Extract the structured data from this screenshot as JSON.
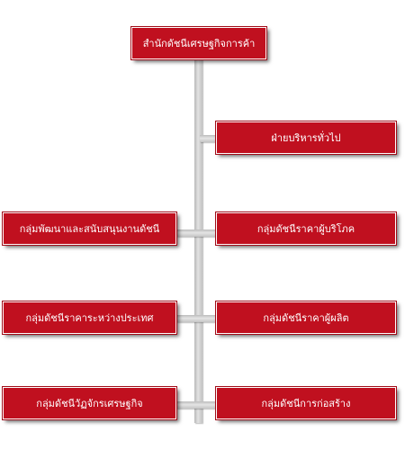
{
  "colors": {
    "box_fill": "#c0101f",
    "box_text": "#ffffff",
    "connector": "#d0d0d0"
  },
  "top": {
    "label": "สำนักดัชนีเศรษฐกิจการค้า"
  },
  "right": [
    {
      "label": "ฝ่ายบริหารทั่วไป"
    },
    {
      "label": "กลุ่มดัชนีราคาผู้บริโภค"
    },
    {
      "label": "กลุ่มดัชนีราคาผู้ผลิต"
    },
    {
      "label": "กลุ่มดัชนีการก่อสร้าง"
    }
  ],
  "left": [
    {
      "label": "กลุ่มพัฒนาและสนับสนุนงานดัชนี"
    },
    {
      "label": "กลุ่มดัชนีราคาระหว่างประเทศ"
    },
    {
      "label": "กลุ่มดัชนีวัฏจักรเศรษฐกิจ"
    }
  ]
}
